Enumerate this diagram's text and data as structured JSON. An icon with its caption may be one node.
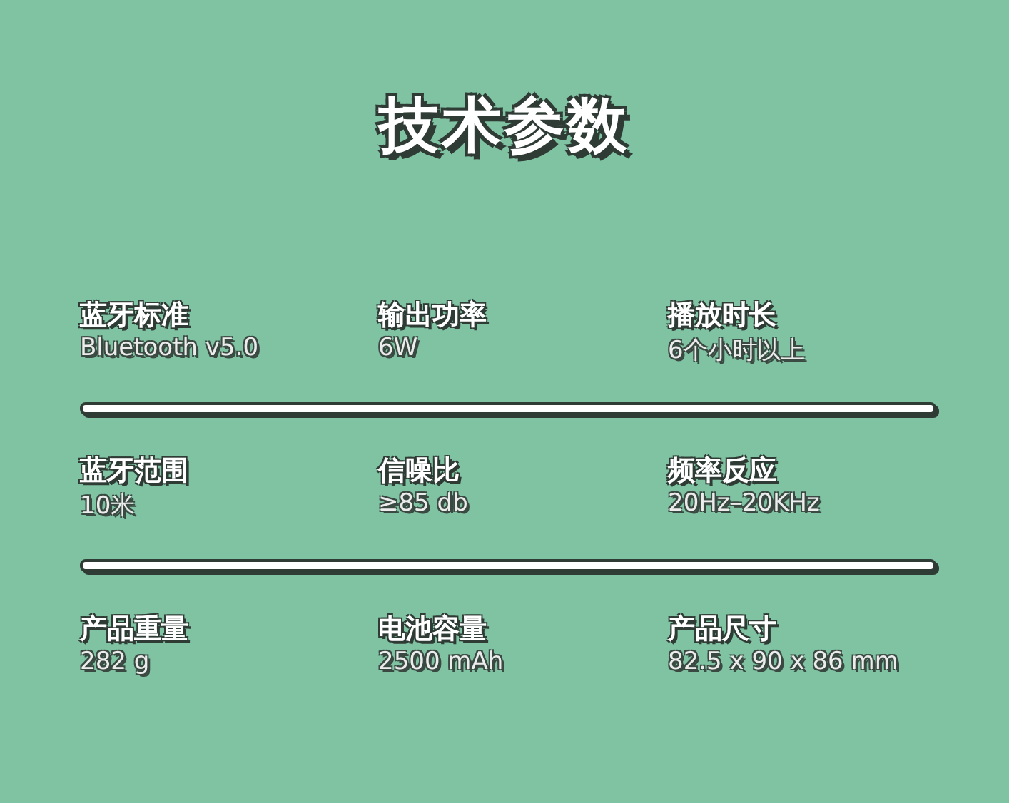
{
  "diagram": {
    "title": "技术参数",
    "labels": [
      "蓝牙标准",
      "输出功率",
      "播放时长",
      "Bluetooth v5.0",
      "6W",
      "6个小时以上",
      "蓝牙范围",
      "信噪比",
      "频率反应",
      "10米",
      "≥85 db",
      "20Hz–20KHz",
      "产品重量",
      "电池容量",
      "产品尺寸",
      "282 g",
      "2500 mAh",
      "82.5 x 90 x 86 mm"
    ]
  }
}
